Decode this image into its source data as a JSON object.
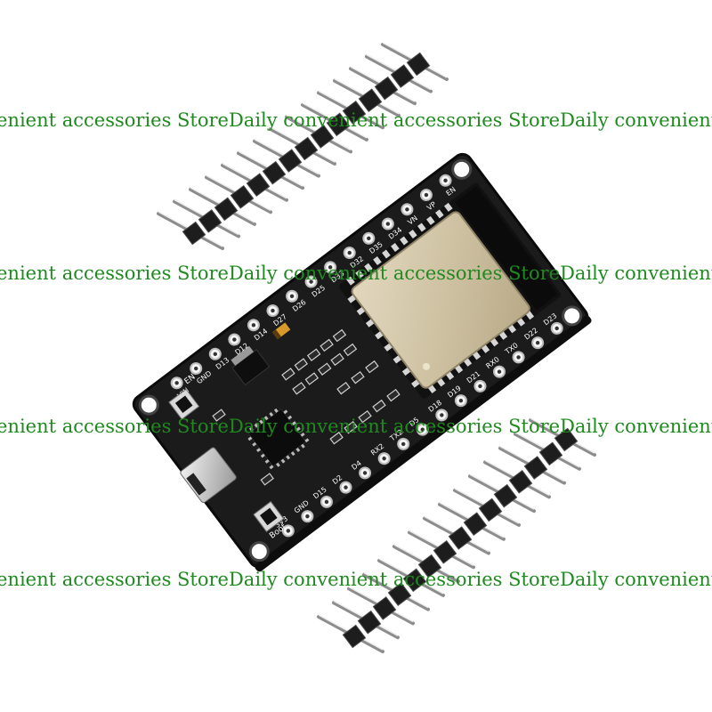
{
  "watermark": {
    "text": "enient accessories StoreDaily convenient accessories StoreDaily convenient",
    "color": "#1f8a1f"
  },
  "board": {
    "top_pin_labels": [
      "VIN",
      "GND",
      "D13",
      "D12",
      "D14",
      "D27",
      "D26",
      "D25",
      "D33",
      "D32",
      "D35",
      "D34",
      "VN",
      "VP",
      "EN"
    ],
    "bottom_pin_labels": [
      "3V3",
      "GND",
      "D15",
      "D2",
      "D4",
      "RX2",
      "TX2",
      "D5",
      "D18",
      "D19",
      "D21",
      "RX0",
      "TX0",
      "D22",
      "D23"
    ],
    "button_left_label": "EN",
    "button_right_label": "Boot",
    "pcb_color": "#1b1b1b",
    "shield_color": "#cfc3a6"
  }
}
